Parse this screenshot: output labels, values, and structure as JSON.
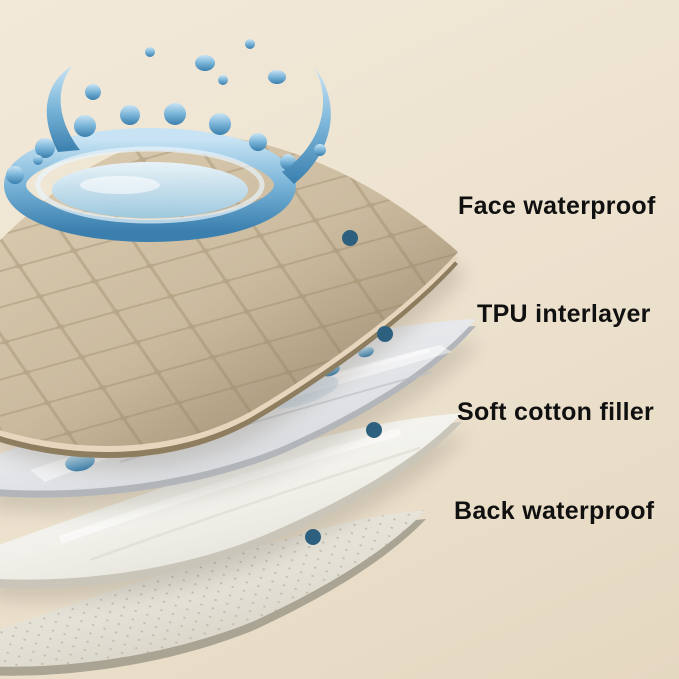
{
  "diagram": {
    "type": "product-layer-exploded-diagram",
    "labels": [
      "Face waterproof",
      "TPU interlayer",
      "Soft cotton filler",
      "Back waterproof"
    ]
  },
  "colors": {
    "background": "#ece1cd",
    "accent_dot": "#2d607e",
    "fabric_tan": "#c9b99d",
    "water_blue": "#4487b5",
    "tpu_gray": "#e2e4e7",
    "cotton_white": "#f3f2ee",
    "back_gray": "#e0ddd2",
    "text": "#101010"
  }
}
